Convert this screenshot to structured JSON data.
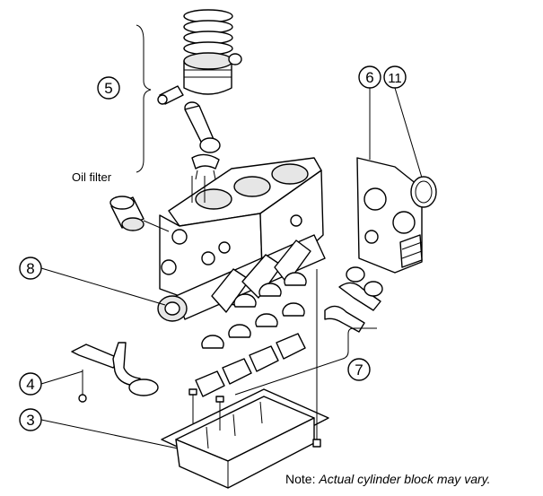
{
  "labels": {
    "oil_filter": "Oil filter"
  },
  "callouts": [
    {
      "id": "callout-3",
      "number": "3"
    },
    {
      "id": "callout-4",
      "number": "4"
    },
    {
      "id": "callout-5",
      "number": "5"
    },
    {
      "id": "callout-6",
      "number": "6"
    },
    {
      "id": "callout-7",
      "number": "7"
    },
    {
      "id": "callout-8",
      "number": "8"
    },
    {
      "id": "callout-11",
      "number": "11"
    }
  ],
  "note": {
    "prefix": "Note: ",
    "text": "Actual cylinder block may vary."
  }
}
